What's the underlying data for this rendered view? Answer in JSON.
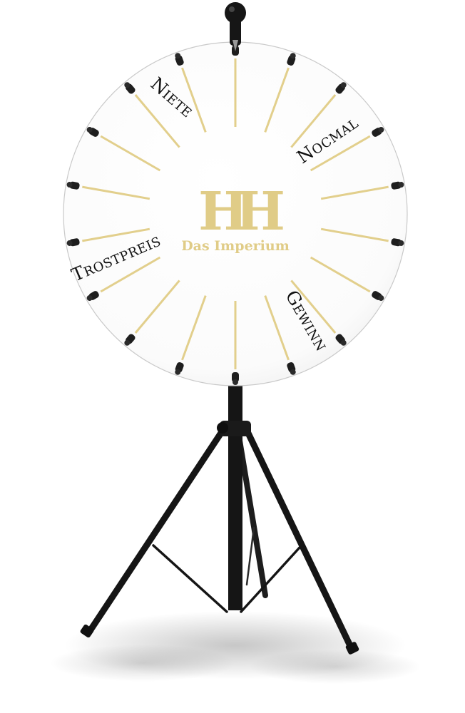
{
  "wheel": {
    "segment_count": 18,
    "labels": {
      "niete": "Niete",
      "nocmal": "Nocmal",
      "trostpreis": "Trostpreis",
      "gewinn": "Gewinn"
    }
  },
  "logo": {
    "monogram": "HH",
    "name": "Das Imperium"
  },
  "colors": {
    "wheel_face": "#ffffff",
    "wheel_rim": "#c9c9c9",
    "divider": "#e2cf8c",
    "logo": "#e0cc87",
    "label_text": "#111111",
    "peg": "#1e1e1e",
    "stand": "#151515"
  }
}
